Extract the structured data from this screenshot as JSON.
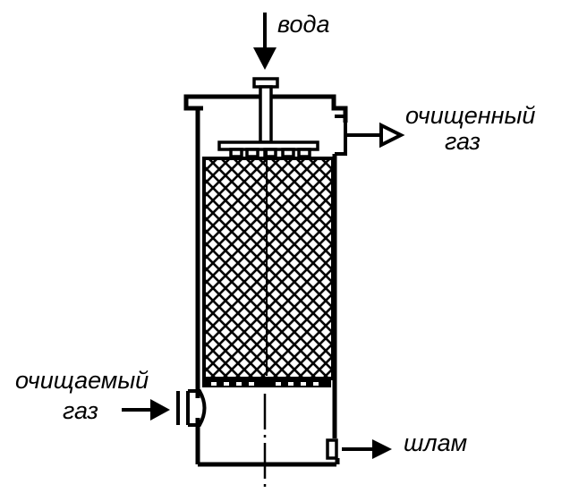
{
  "labels": {
    "water": "вода",
    "clean_gas_line1": "очищенный",
    "clean_gas_line2": "газ",
    "dirty_gas_line1": "очищаемый",
    "dirty_gas_line2": "газ",
    "sludge": "шлам"
  },
  "colors": {
    "ink": "#000000",
    "background": "#ffffff"
  }
}
